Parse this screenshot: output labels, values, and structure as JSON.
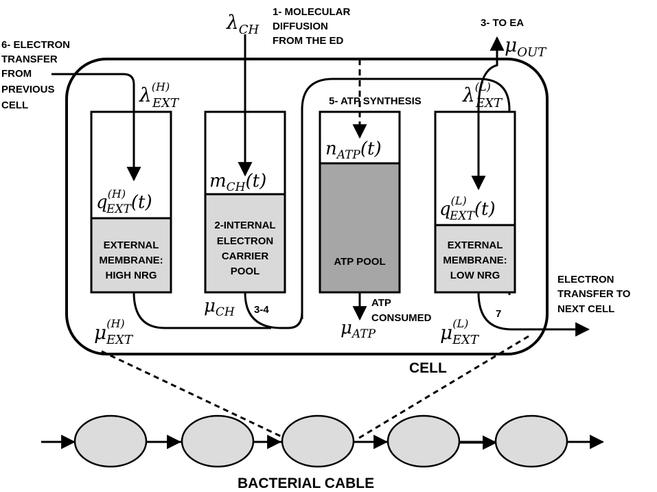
{
  "labels": {
    "molecular_diffusion": [
      "1- MOLECULAR",
      "DIFFUSION",
      "FROM THE ED"
    ],
    "to_ea": "3- TO EA",
    "electron_transfer_prev": [
      "6- ELECTRON",
      "TRANSFER",
      "FROM",
      "PREVIOUS",
      "CELL"
    ],
    "atp_synthesis": "5- ATP SYNTHESIS",
    "electron_transfer_next": [
      "ELECTRON",
      "TRANSFER TO",
      "NEXT CELL"
    ],
    "atp_consumed": [
      "ATP",
      "CONSUMED"
    ],
    "step_3_4": "3-4",
    "step_7": "7",
    "cell": "CELL",
    "bacterial_cable": "BACTERIAL CABLE"
  },
  "boxes": {
    "ext_high": [
      "EXTERNAL",
      "MEMBRANE:",
      "HIGH NRG"
    ],
    "internal_pool": [
      "2-INTERNAL",
      "ELECTRON",
      "CARRIER",
      "POOL"
    ],
    "atp_pool": [
      "ATP POOL"
    ],
    "ext_low": [
      "EXTERNAL",
      "MEMBRANE:",
      "LOW NRG"
    ]
  },
  "math": {
    "lambda_ch": {
      "base": "λ",
      "sub": "CH",
      "sup": ""
    },
    "mu_out": {
      "base": "μ",
      "sub": "OUT",
      "sup": ""
    },
    "lambda_ext_h": {
      "base": "λ",
      "sub": "EXT",
      "sup": "(H)"
    },
    "lambda_ext_l": {
      "base": "λ",
      "sub": "EXT",
      "sup": "(L)"
    },
    "n_atp": {
      "base": "n",
      "sub": "ATP",
      "sup": "",
      "tail": "(t)"
    },
    "m_ch": {
      "base": "m",
      "sub": "CH",
      "sup": "",
      "tail": "(t)"
    },
    "q_ext_h": {
      "base": "q",
      "sub": "EXT",
      "sup": "(H)",
      "tail": "(t)"
    },
    "q_ext_l": {
      "base": "q",
      "sub": "EXT",
      "sup": "(L)",
      "tail": "(t)"
    },
    "mu_ch": {
      "base": "μ",
      "sub": "CH",
      "sup": ""
    },
    "mu_atp": {
      "base": "μ",
      "sub": "ATP",
      "sup": ""
    },
    "mu_ext_h": {
      "base": "μ",
      "sub": "EXT",
      "sup": "(H)"
    },
    "mu_ext_l": {
      "base": "μ",
      "sub": "EXT",
      "sup": "(L)"
    }
  },
  "colors": {
    "light_fill": "#d9d9d9",
    "dark_fill": "#a6a6a6",
    "cable_cell_fill": "#dcdcdc",
    "stroke": "#000000"
  }
}
